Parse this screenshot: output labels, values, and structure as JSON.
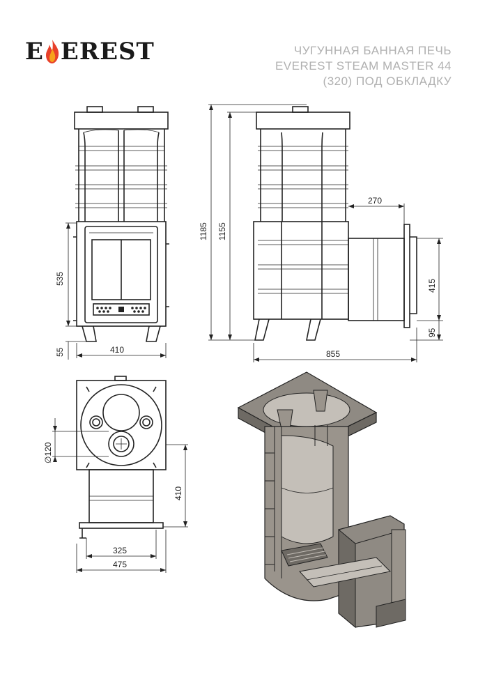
{
  "brand": {
    "logo_prefix": "E",
    "logo_suffix": "EREST",
    "flame_color": "#e8402a",
    "flame_inner": "#f6a21a"
  },
  "title": {
    "line1": "ЧУГУННАЯ БАННАЯ ПЕЧЬ",
    "line2": "EVEREST STEAM MASTER 44",
    "line3": "(320) ПОД ОБКЛАДКУ",
    "color": "#b0b0b0"
  },
  "dimensions": {
    "front_height_door": "535",
    "front_leg": "55",
    "front_width": "410",
    "side_total_height": "1185",
    "side_body_height": "1155",
    "side_tunnel_depth": "270",
    "side_tunnel_height": "415",
    "side_tunnel_offset": "95",
    "side_total_length": "855",
    "top_diameter": "∅120",
    "top_tunnel_length": "410",
    "top_tunnel_width": "325",
    "top_total_width": "475"
  },
  "colors": {
    "section_fill": "#9a948c",
    "section_dark": "#6e6a64",
    "section_light": "#c4bfb8"
  }
}
